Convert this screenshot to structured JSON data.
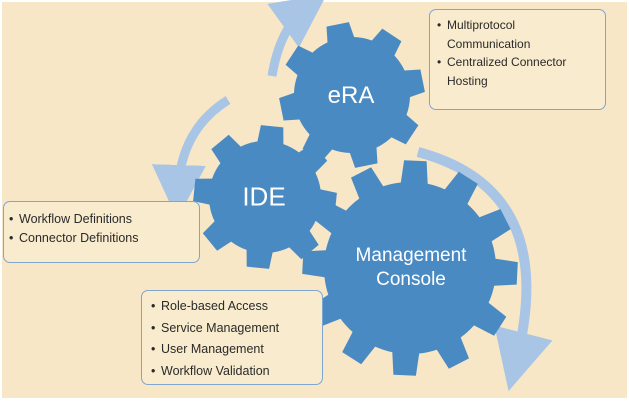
{
  "gears": {
    "era": {
      "label": "eRA"
    },
    "ide": {
      "label": "IDE"
    },
    "mc": {
      "label_line1": "Management",
      "label_line2": "Console"
    }
  },
  "boxes": {
    "era": [
      "Multiprotocol Communication",
      "Centralized Connector Hosting"
    ],
    "ide": [
      "Workflow Definitions",
      "Connector Definitions"
    ],
    "mc": [
      "Role-based Access",
      "Service Management",
      "User Management",
      "Workflow Validation"
    ]
  },
  "colors": {
    "gear": "#4a8ac3",
    "arrow": "#a8c5e6",
    "background": "#f7e7c6",
    "box_border": "#7fa6cf"
  }
}
